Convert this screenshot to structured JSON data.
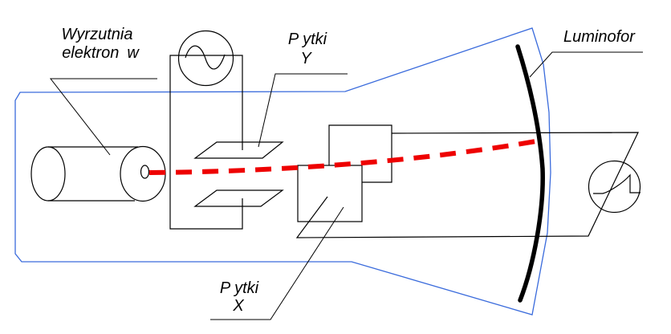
{
  "labels": {
    "electron_gun_line1": "Wyrzutnia",
    "electron_gun_line2": "elektron w",
    "plates_y_line1": "P ytki",
    "plates_y_line2": "Y",
    "plates_x_line1": "P ytki",
    "plates_x_line2": "X",
    "luminofor": "Luminofor"
  },
  "colors": {
    "envelope": "#3a6bdc",
    "beam": "#ee0000",
    "ink": "#000000"
  }
}
